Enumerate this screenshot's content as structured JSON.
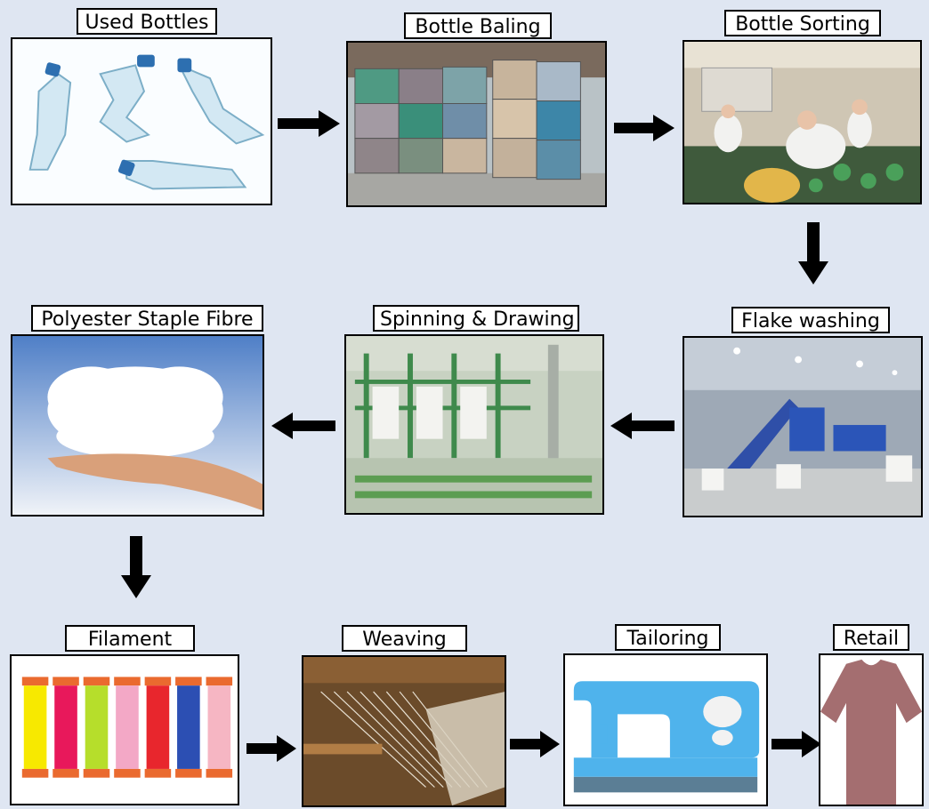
{
  "steps": [
    {
      "id": "used-bottles",
      "label": "Used Bottles"
    },
    {
      "id": "bottle-baling",
      "label": "Bottle Baling"
    },
    {
      "id": "bottle-sorting",
      "label": "Bottle Sorting"
    },
    {
      "id": "flake-washing",
      "label": "Flake washing"
    },
    {
      "id": "spinning-drawing",
      "label": "Spinning & Drawing"
    },
    {
      "id": "polyester-staple-fibre",
      "label": "Polyester Staple Fibre"
    },
    {
      "id": "filament",
      "label": "Filament"
    },
    {
      "id": "weaving",
      "label": "Weaving"
    },
    {
      "id": "tailoring",
      "label": "Tailoring"
    },
    {
      "id": "retail",
      "label": "Retail"
    }
  ],
  "colors": {
    "background": "#dfe6f2",
    "arrow": "#000000",
    "sewing_machine": "#4fb3ec",
    "tshirt": "#a46e70",
    "spools": [
      "#f7e900",
      "#e8185b",
      "#b6de2b",
      "#f3a8c6",
      "#e8262d",
      "#2c4fb3",
      "#f6b6c3"
    ]
  }
}
